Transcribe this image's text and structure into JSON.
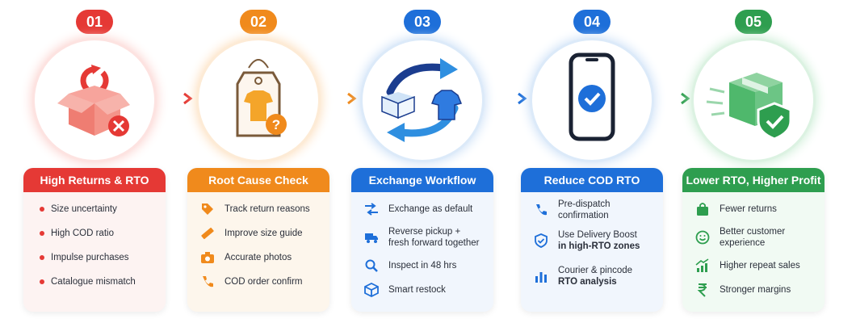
{
  "steps": [
    {
      "number": "01",
      "title": "High Returns & RTO",
      "color": "#e53935",
      "items": [
        "Size uncertainty",
        "High COD ratio",
        "Impulse purchases",
        "Catalogue mismatch"
      ]
    },
    {
      "number": "02",
      "title": "Root Cause Check",
      "color": "#f08a1c",
      "items": [
        "Track return reasons",
        "Improve size guide",
        "Accurate photos",
        "COD order confirm"
      ]
    },
    {
      "number": "03",
      "title": "Exchange Workflow",
      "color": "#1e6fd9",
      "items": [
        "Exchange as default",
        "Reverse pickup +",
        "fresh forward together",
        "Inspect in 48 hrs",
        "Smart restock"
      ]
    },
    {
      "number": "04",
      "title": "Reduce COD RTO",
      "color": "#1e6fd9",
      "items": [
        "Pre-dispatch confirmation",
        "Use Delivery Boost",
        "in high-RTO zones",
        "Courier & pincode",
        "RTO analysis"
      ]
    },
    {
      "number": "05",
      "title": "Lower RTO, Higher Profit",
      "color": "#2e9e4f",
      "items": [
        "Fewer returns",
        "Better customer",
        "experience",
        "Higher repeat sales",
        "Stronger margins"
      ]
    }
  ],
  "icons": {
    "s1": [
      "red-dot",
      "red-dot",
      "red-dot",
      "red-dot"
    ],
    "s2": [
      "tag-icon",
      "ruler-icon",
      "camera-icon",
      "phone-icon"
    ],
    "s3": [
      "shuffle-icon",
      "truck-icon",
      "magnifier-icon",
      "box-icon"
    ],
    "s4": [
      "phone-icon",
      "shield-check-icon",
      "bar-chart-icon"
    ],
    "s5": [
      "shopping-bag-icon",
      "smiley-icon",
      "trend-up-icon",
      "rupee-icon"
    ]
  }
}
